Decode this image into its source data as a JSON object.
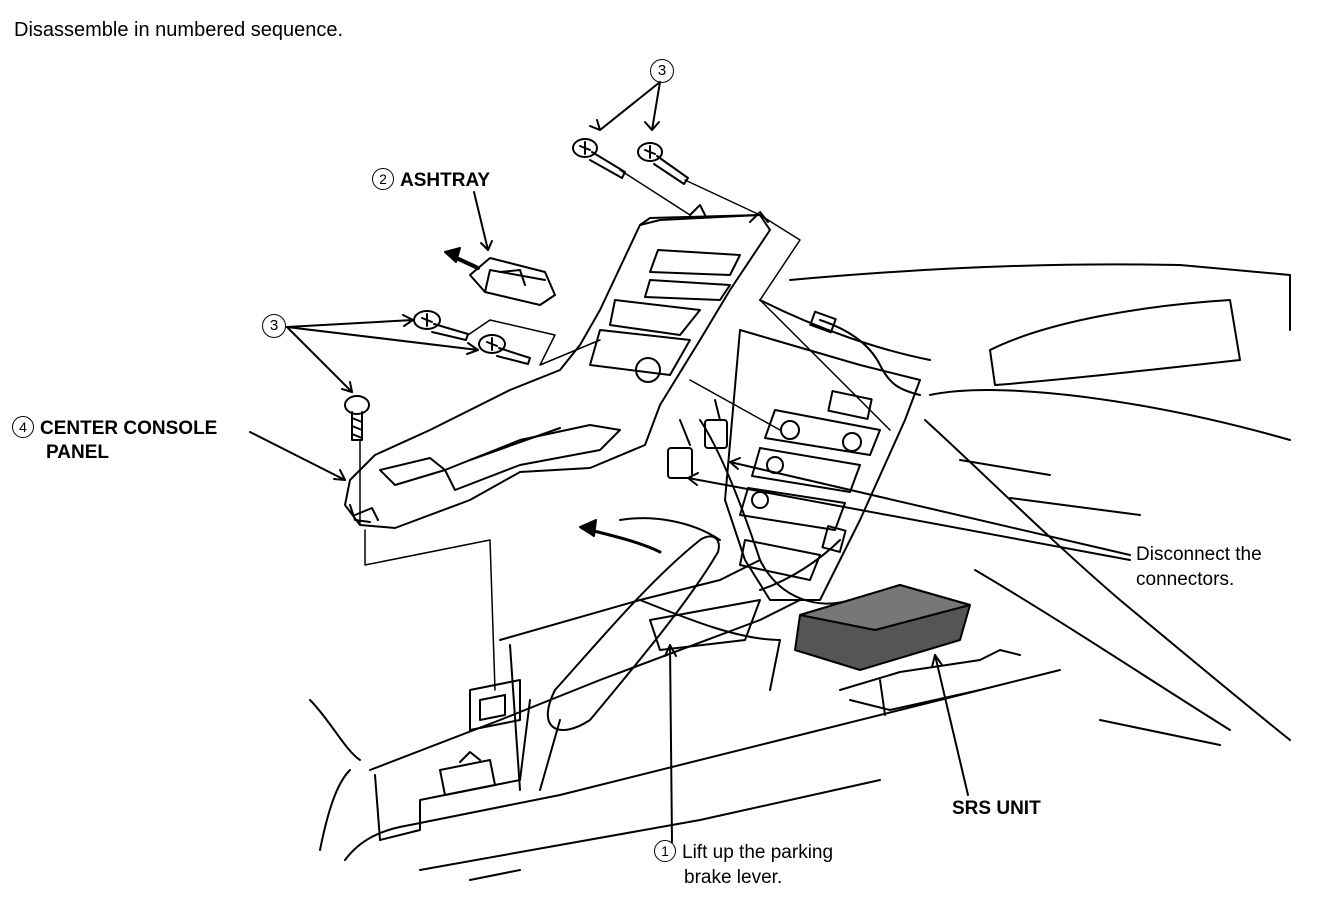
{
  "instruction": "Disassemble in numbered sequence.",
  "callouts": {
    "step1": {
      "number": "1",
      "line1": "Lift up the parking",
      "line2": "brake lever."
    },
    "step2": {
      "number": "2",
      "text": "ASHTRAY"
    },
    "step3_top": {
      "number": "3"
    },
    "step3_left": {
      "number": "3"
    },
    "step4": {
      "number": "4",
      "line1": "CENTER CONSOLE",
      "line2": "PANEL"
    },
    "connectors": {
      "line1": "Disconnect the",
      "line2": "connectors."
    },
    "srs": {
      "text": "SRS UNIT"
    }
  }
}
